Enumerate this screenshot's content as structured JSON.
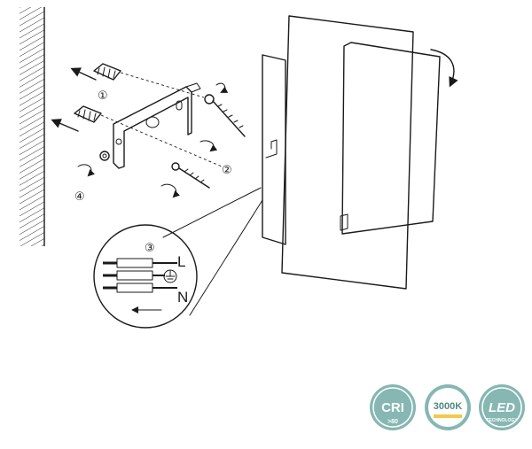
{
  "steps": [
    "①",
    "②",
    "③",
    "④"
  ],
  "wiring": {
    "live": "L",
    "neutral": "N"
  },
  "badges": {
    "cri": {
      "label": "CRI",
      "sub": ">80",
      "color": "#86b7b2"
    },
    "cct": {
      "label": "3000K",
      "color": "#86b7b2",
      "accent": "#f2c94c"
    },
    "led": {
      "label": "LED",
      "sub": "TECHNOLOGY",
      "color": "#86b7b2"
    }
  },
  "icons": [
    "wall-hatch-icon",
    "wall-plug-icon",
    "screw-icon",
    "bracket-icon",
    "rotate-arrow-icon",
    "ground-symbol-icon",
    "terminal-block-icon"
  ]
}
